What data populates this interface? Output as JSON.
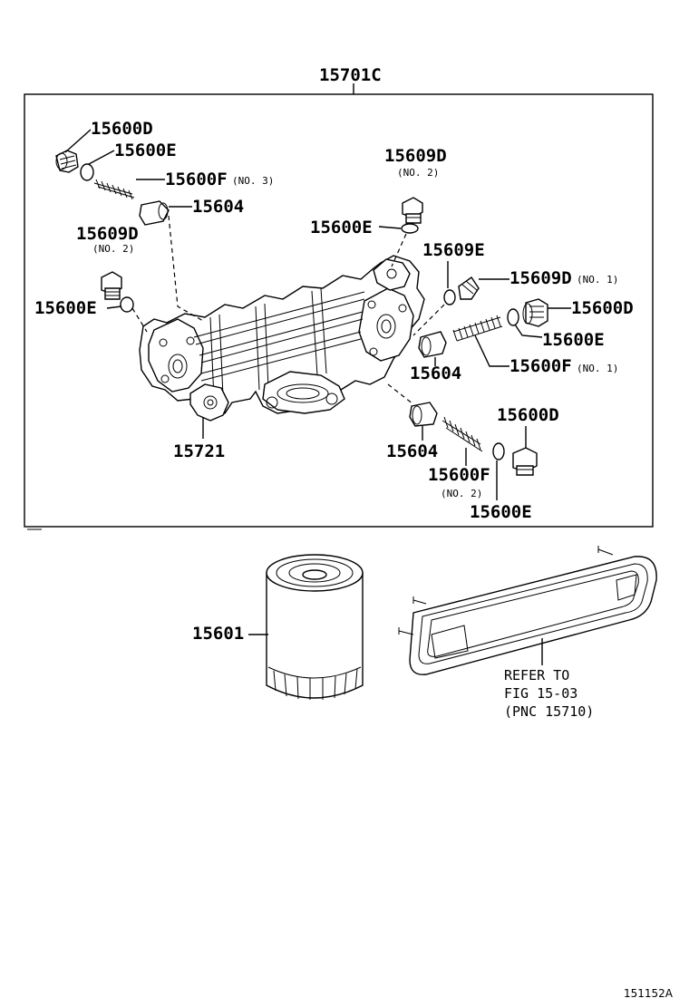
{
  "assembly_label": "15701C",
  "labels": {
    "plug_top_left": "15600D",
    "gasket_top_left": "15600E",
    "spring_no3": "15600F",
    "spring_no3_sub": "(NO. 3)",
    "valve_top_left": "15604",
    "plug_left": "15609D",
    "plug_left_sub": "(NO. 2)",
    "gasket_left": "15600E",
    "plug_top_center": "15609D",
    "plug_top_center_sub": "(NO. 2)",
    "gasket_top_center": "15600E",
    "gasket_right_upper": "15609E",
    "plug_right_no1": "15609D",
    "plug_right_no1_sub": "(NO. 1)",
    "plug_right": "15600D",
    "gasket_right": "15600E",
    "valve_right": "15604",
    "spring_no1": "15600F",
    "spring_no1_sub": "(NO. 1)",
    "bracket": "15721",
    "valve_bottom": "15604",
    "plug_bottom_right": "15600D",
    "spring_no2": "15600F",
    "spring_no2_sub": "(NO. 2)",
    "gasket_bottom": "15600E",
    "oil_filter": "15601"
  },
  "refer_note": {
    "line1": "REFER TO",
    "line2": "FIG 15-03",
    "line3": "(PNC 15710)"
  },
  "figure_code": "151152A"
}
